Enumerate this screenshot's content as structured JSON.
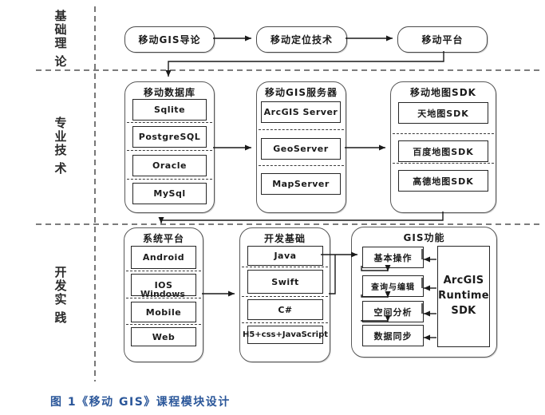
{
  "colors": {
    "caption_blue": "#2b579a",
    "box_border": "#595959",
    "inner_border": "#262626",
    "line": "#1a1a1a"
  },
  "section_labels": [
    {
      "name": "基础理论",
      "chars": [
        "基",
        "础",
        "理",
        "论"
      ]
    },
    {
      "name": "专业技术",
      "chars": [
        "专",
        "业",
        "技",
        "术"
      ]
    },
    {
      "name": "开发实践",
      "chars": [
        "开",
        "发",
        "实",
        "践"
      ]
    }
  ],
  "theory_row": {
    "intro": "移动GIS导论",
    "positioning": "移动定位技术",
    "platform": "移动平台"
  },
  "tech_row": {
    "database": {
      "title": "移动数据库",
      "items": [
        "Sqlite",
        "PostgreSQL",
        "Oracle",
        "MySql"
      ]
    },
    "gis_server": {
      "title": "移动GIS服务器",
      "items": [
        "ArcGIS Server",
        "GeoServer",
        "MapServer"
      ]
    },
    "map_sdk": {
      "title": "移动地图SDK",
      "items": [
        "天地图SDK",
        "百度地图SDK",
        "高德地图SDK"
      ]
    }
  },
  "practice_row": {
    "system_platform": {
      "title": "系统平台",
      "items": [
        "Android",
        "IOS",
        "Mobile",
        "Web"
      ],
      "overlay_label": "Windows"
    },
    "dev_basis": {
      "title": "开发基础",
      "items": [
        "Java",
        "Swift",
        "C#",
        "H5+css+JavaScript"
      ]
    },
    "gis_functions": {
      "title": "GIS功能",
      "items": [
        "基本操作",
        "查询与编辑",
        "空间分析",
        "数据同步"
      ],
      "sdk_lines": [
        "ArcGIS",
        "Runtime",
        "SDK"
      ]
    }
  },
  "caption": "图 1《移动 GIS》课程模块设计"
}
